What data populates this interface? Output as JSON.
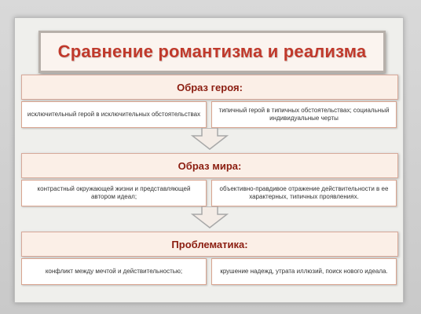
{
  "title": "Сравнение романтизма и реализма",
  "sections": [
    {
      "header": "Образ героя:",
      "left": "исключительный герой в исключительных обстоятельствах",
      "right": "типичный герой в типичных обстоятельствах; социальный индивидуальные черты"
    },
    {
      "header": "Образ мира:",
      "left": "контрастный окружающей жизни и представляющей автором идеал;",
      "right": "объективно-правдивое отражение действительности в ее характерных, типичных проявлениях."
    },
    {
      "header": "Проблематика:",
      "left": "конфликт между мечтой и действительностью;",
      "right": "крушение надежд, утрата иллюзий, поиск нового идеала."
    }
  ],
  "colors": {
    "title": "#c0392b",
    "header_text": "#8b1d10",
    "cell_border": "#d8a48f",
    "arrow_fill": "#f4ece6",
    "arrow_stroke": "#a8a8a8"
  }
}
